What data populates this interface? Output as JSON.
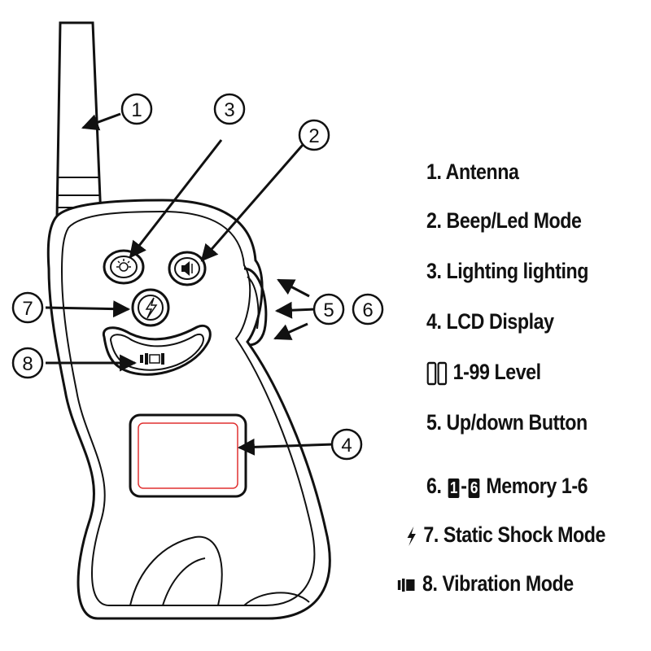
{
  "callouts": [
    "1",
    "2",
    "3",
    "4",
    "5",
    "6",
    "7",
    "8"
  ],
  "legend": {
    "item1": "1. Antenna",
    "item2": "2. Beep/Led Mode",
    "item3": "3. Lighting lighting",
    "item4": "4. LCD Display",
    "item_level": "1-99 Level",
    "item5": "5. Up/down Button",
    "item6_prefix": "6.",
    "item6_box_a": "1",
    "item6_dash": "-",
    "item6_box_b": "6",
    "item6_suffix": "Memory 1-6",
    "item7": "7. Static Shock Mode",
    "item8": "8. Vibration Mode"
  },
  "colors": {
    "lcd_frame": "#e03030",
    "ink": "#111111"
  }
}
